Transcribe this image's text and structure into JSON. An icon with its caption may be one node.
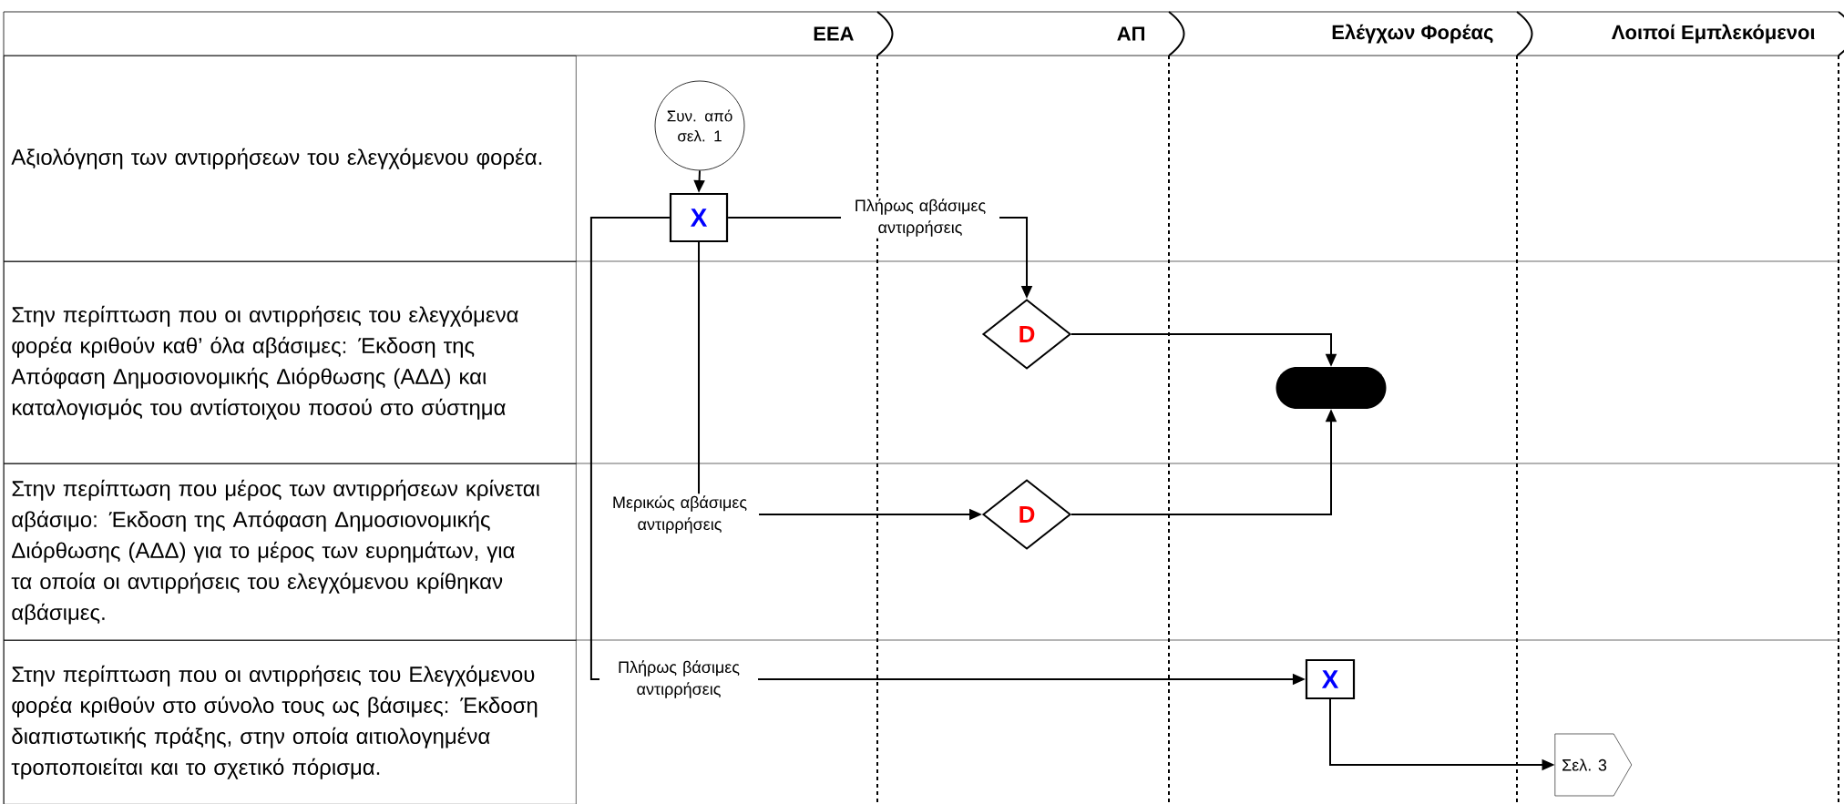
{
  "diagram": {
    "nodes": [
      {
        "text": [
          "ΕΕΑ"
        ]
      },
      {
        "text": [
          "ΑΠ"
        ]
      },
      {
        "text": [
          "Ελέγχων Φορέας"
        ]
      },
      {
        "text": [
          "Λοιποί Εμπλεκόμενοι"
        ]
      },
      {
        "text": [
          "Αξιολόγηση των αντιρρήσεων του ελεγχόμενου φορέα."
        ]
      },
      {
        "text": [
          "Στην περίπτωση που οι αντιρρήσεις του ελεγχόμενα φορέα κριθούν καθ’ όλα αβάσιμες: Έκδοση της Απόφαση Δημοσιονομικής Διόρθωσης (ΑΔΔ) και καταλογισμός του αντίστοιχου ποσού στο σύστημα"
        ]
      },
      {
        "text": [
          "Στην περίπτωση που μέρος των αντιρρήσεων κρίνεται αβάσιμο: Έκδοση της Απόφαση Δημοσιονομικής Διόρθωσης (ΑΔΔ) για το μέρος των ευρημάτων, για τα οποία οι αντιρρήσεις του ελεγχόμενου κρίθηκαν αβάσιμες."
        ]
      },
      {
        "text": [
          "Στην περίπτωση που οι αντιρρήσεις του Ελεγχόμενου φορέα κριθούν στο σύνολο τους ως βάσιμες: Έκδοση διαπιστωτικής πράξης, στην οποία αιτιολογημένα τροποποιείται και το σχετικό πόρισμα."
        ]
      },
      {
        "text": [
          "Συν. από σελ. 1"
        ]
      },
      {
        "text": [
          "X"
        ]
      },
      {
        "text": [
          "D"
        ]
      },
      {
        "text": [],
        "shape": "box"
      },
      {
        "text": [
          "D"
        ]
      },
      {
        "text": [
          "X"
        ]
      },
      {
        "text": [
          "Σελ. 3"
        ]
      }
    ],
    "edges": [
      {
        "from": 8,
        "to": 9,
        "arrow": "to"
      },
      {
        "from": 9,
        "to": 10,
        "arrow": "to",
        "label": "Πλήρως αβάσιμες αντιρρήσεις"
      },
      {
        "from": 9,
        "to": 12,
        "arrow": "to",
        "label": "Μερικώς αβάσιμες αντιρρήσεις"
      },
      {
        "from": 9,
        "to": 13,
        "arrow": "to",
        "label": "Πλήρως βάσιμες αντιρρήσεις"
      },
      {
        "from": 10,
        "to": 11,
        "arrow": "to"
      },
      {
        "from": 12,
        "to": 11,
        "arrow": "to"
      },
      {
        "from": 13,
        "to": 14,
        "arrow": "to"
      }
    ]
  }
}
